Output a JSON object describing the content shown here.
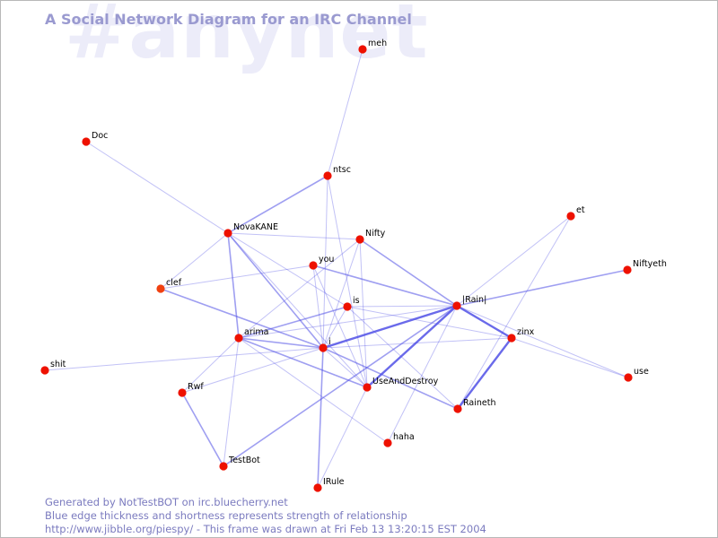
{
  "watermark": "#anynet",
  "title": "A Social Network Diagram for an IRC Channel",
  "footer": {
    "line1": "Generated by NotTestBOT on irc.bluecherry.net",
    "line2": "Blue edge thickness and shortness represents strength of relationship",
    "line3": "http://www.jibble.org/piespy/ - This frame was drawn at Fri Feb 13 13:20:15 EST 2004"
  },
  "colors": {
    "node": "#ee1100",
    "node_faded": "#f04010",
    "edge": "#5050e6",
    "title": "#9a9ad0",
    "watermark": "#ececf9"
  },
  "chart_data": {
    "type": "network",
    "nodes": [
      {
        "id": "meh",
        "label": "meh"
      },
      {
        "id": "Doc",
        "label": "Doc"
      },
      {
        "id": "ntsc",
        "label": "ntsc"
      },
      {
        "id": "et",
        "label": "et"
      },
      {
        "id": "NovaKANE",
        "label": "NovaKANE"
      },
      {
        "id": "Nifty",
        "label": "Nifty"
      },
      {
        "id": "Niftyeth",
        "label": "Niftyeth"
      },
      {
        "id": "you",
        "label": "you"
      },
      {
        "id": "clef",
        "label": "clef"
      },
      {
        "id": "is",
        "label": "is"
      },
      {
        "id": "Rain",
        "label": "|Rain|"
      },
      {
        "id": "zinx",
        "label": "zinx"
      },
      {
        "id": "arima",
        "label": "arima"
      },
      {
        "id": "i",
        "label": "i"
      },
      {
        "id": "shit",
        "label": "shit"
      },
      {
        "id": "use",
        "label": "use"
      },
      {
        "id": "UseAndDestroy",
        "label": "UseAndDestroy"
      },
      {
        "id": "Rwf",
        "label": "Rwf"
      },
      {
        "id": "Raineth",
        "label": "Raineth"
      },
      {
        "id": "haha",
        "label": "haha"
      },
      {
        "id": "TestBot",
        "label": "TestBot"
      },
      {
        "id": "IRule",
        "label": "IRule"
      }
    ],
    "edges": [
      {
        "source": "meh",
        "target": "ntsc",
        "weight": 1
      },
      {
        "source": "Doc",
        "target": "NovaKANE",
        "weight": 1
      },
      {
        "source": "ntsc",
        "target": "NovaKANE",
        "weight": 2
      },
      {
        "source": "ntsc",
        "target": "i",
        "weight": 1
      },
      {
        "source": "ntsc",
        "target": "UseAndDestroy",
        "weight": 1
      },
      {
        "source": "NovaKANE",
        "target": "Nifty",
        "weight": 1
      },
      {
        "source": "NovaKANE",
        "target": "clef",
        "weight": 1
      },
      {
        "source": "NovaKANE",
        "target": "arima",
        "weight": 2
      },
      {
        "source": "NovaKANE",
        "target": "i",
        "weight": 2
      },
      {
        "source": "NovaKANE",
        "target": "is",
        "weight": 1
      },
      {
        "source": "NovaKANE",
        "target": "UseAndDestroy",
        "weight": 1
      },
      {
        "source": "Nifty",
        "target": "Rain",
        "weight": 2
      },
      {
        "source": "Nifty",
        "target": "arima",
        "weight": 1
      },
      {
        "source": "Nifty",
        "target": "UseAndDestroy",
        "weight": 1
      },
      {
        "source": "Nifty",
        "target": "i",
        "weight": 1
      },
      {
        "source": "you",
        "target": "clef",
        "weight": 1
      },
      {
        "source": "you",
        "target": "Rain",
        "weight": 2
      },
      {
        "source": "you",
        "target": "i",
        "weight": 1
      },
      {
        "source": "you",
        "target": "UseAndDestroy",
        "weight": 1
      },
      {
        "source": "clef",
        "target": "i",
        "weight": 2
      },
      {
        "source": "is",
        "target": "arima",
        "weight": 2
      },
      {
        "source": "is",
        "target": "Rain",
        "weight": 1
      },
      {
        "source": "is",
        "target": "zinx",
        "weight": 1
      },
      {
        "source": "is",
        "target": "Raineth",
        "weight": 1
      },
      {
        "source": "is",
        "target": "i",
        "weight": 1
      },
      {
        "source": "Rain",
        "target": "i",
        "weight": 3
      },
      {
        "source": "Rain",
        "target": "UseAndDestroy",
        "weight": 3
      },
      {
        "source": "Rain",
        "target": "zinx",
        "weight": 3
      },
      {
        "source": "Rain",
        "target": "Niftyeth",
        "weight": 2
      },
      {
        "source": "Rain",
        "target": "et",
        "weight": 1
      },
      {
        "source": "Rain",
        "target": "arima",
        "weight": 1
      },
      {
        "source": "Rain",
        "target": "haha",
        "weight": 1
      },
      {
        "source": "Rain",
        "target": "TestBot",
        "weight": 2
      },
      {
        "source": "Rain",
        "target": "use",
        "weight": 1
      },
      {
        "source": "et",
        "target": "Raineth",
        "weight": 1
      },
      {
        "source": "zinx",
        "target": "Raineth",
        "weight": 3
      },
      {
        "source": "zinx",
        "target": "i",
        "weight": 1
      },
      {
        "source": "zinx",
        "target": "use",
        "weight": 1
      },
      {
        "source": "arima",
        "target": "i",
        "weight": 2
      },
      {
        "source": "arima",
        "target": "UseAndDestroy",
        "weight": 2
      },
      {
        "source": "arima",
        "target": "Rwf",
        "weight": 1
      },
      {
        "source": "arima",
        "target": "TestBot",
        "weight": 1
      },
      {
        "source": "arima",
        "target": "haha",
        "weight": 1
      },
      {
        "source": "i",
        "target": "shit",
        "weight": 1
      },
      {
        "source": "i",
        "target": "Rwf",
        "weight": 1
      },
      {
        "source": "i",
        "target": "Raineth",
        "weight": 2
      },
      {
        "source": "i",
        "target": "IRule",
        "weight": 2
      },
      {
        "source": "i",
        "target": "UseAndDestroy",
        "weight": 1
      },
      {
        "source": "UseAndDestroy",
        "target": "IRule",
        "weight": 1
      },
      {
        "source": "Rwf",
        "target": "TestBot",
        "weight": 2
      }
    ]
  }
}
